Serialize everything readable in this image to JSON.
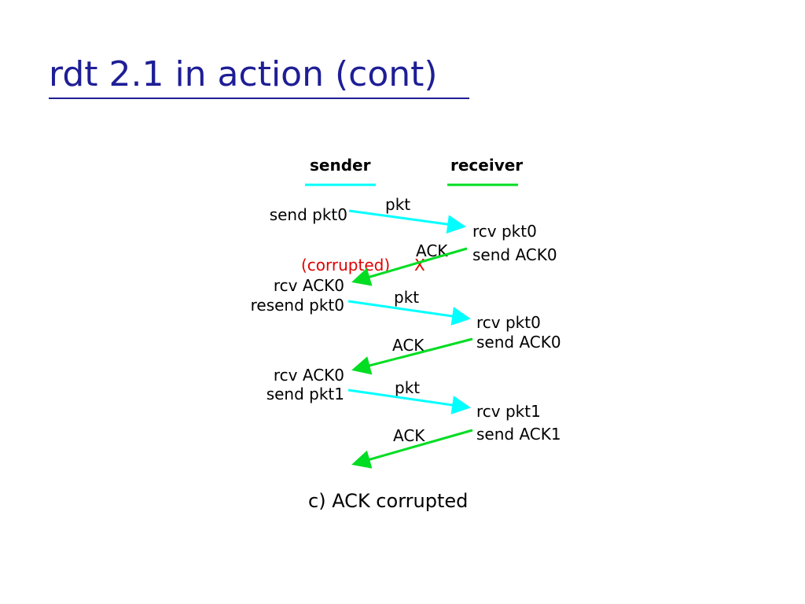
{
  "title": "rdt 2.1 in action (cont)",
  "columns": {
    "sender": "sender",
    "receiver": "receiver"
  },
  "sender_events": [
    "send pkt0",
    "rcv ACK0",
    "resend pkt0",
    "rcv ACK0",
    "send pkt1"
  ],
  "receiver_events": [
    "rcv pkt0",
    "send ACK0",
    "rcv pkt0",
    "send ACK0",
    "rcv pkt1",
    "send ACK1"
  ],
  "messages": [
    {
      "label": "pkt",
      "direction": "sender-to-receiver"
    },
    {
      "label": "ACK",
      "direction": "receiver-to-sender",
      "annotation": "(corrupted)",
      "mark": "X"
    },
    {
      "label": "pkt",
      "direction": "sender-to-receiver"
    },
    {
      "label": "ACK",
      "direction": "receiver-to-sender"
    },
    {
      "label": "pkt",
      "direction": "sender-to-receiver"
    },
    {
      "label": "ACK",
      "direction": "receiver-to-sender"
    }
  ],
  "caption": "c) ACK corrupted",
  "colors": {
    "title": "#1e1e96",
    "packet_arrow": "#00ffff",
    "ack_arrow": "#00dd22",
    "corruption": "#e00000"
  }
}
